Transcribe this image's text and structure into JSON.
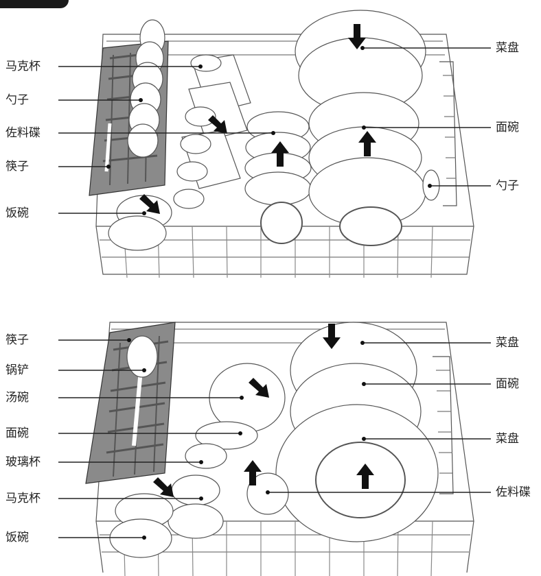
{
  "figures": [
    {
      "name": "top-rack",
      "left_labels": [
        "马克杯",
        "勺子",
        "佐料碟",
        "筷子",
        "饭碗"
      ],
      "right_labels": [
        "菜盘",
        "面碗",
        "勺子"
      ]
    },
    {
      "name": "bottom-rack",
      "left_labels": [
        "筷子",
        "锅铲",
        "汤碗",
        "面碗",
        "玻璃杯",
        "马克杯",
        "饭碗"
      ],
      "right_labels": [
        "菜盘",
        "面碗",
        "菜盘",
        "佐料碟"
      ]
    }
  ]
}
